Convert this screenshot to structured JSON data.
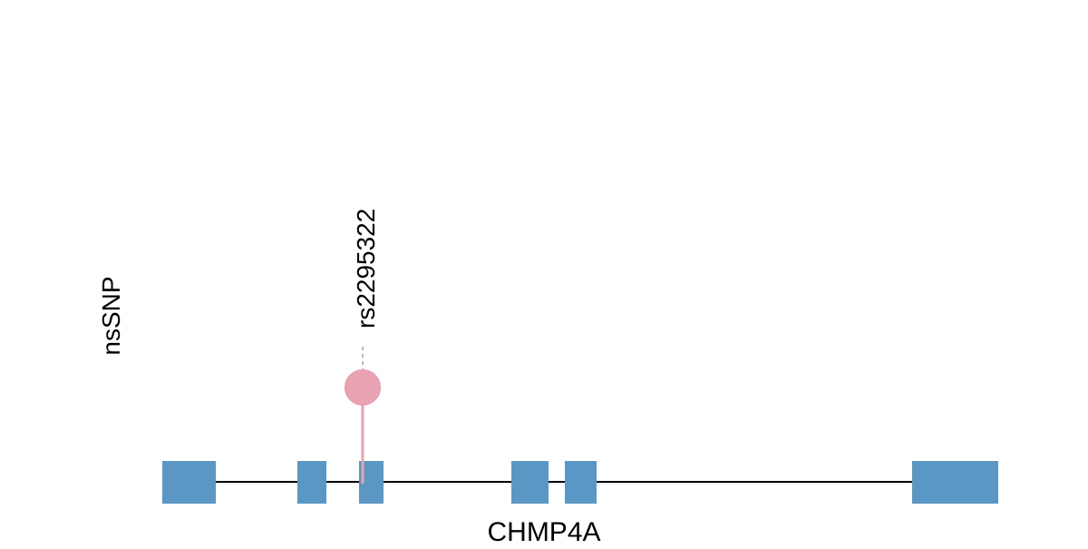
{
  "track_label": "nsSNP",
  "gene": {
    "name": "CHMP4A",
    "exon_color": "#5b97c4",
    "exons": [
      {
        "start": 179,
        "end": 238
      },
      {
        "start": 328,
        "end": 360
      },
      {
        "start": 396,
        "end": 423
      },
      {
        "start": 564,
        "end": 605
      },
      {
        "start": 623,
        "end": 658
      },
      {
        "start": 1006,
        "end": 1101
      }
    ]
  },
  "snps": [
    {
      "id": "rs2295322",
      "position": 400,
      "color": "#e9a3b2"
    }
  ]
}
